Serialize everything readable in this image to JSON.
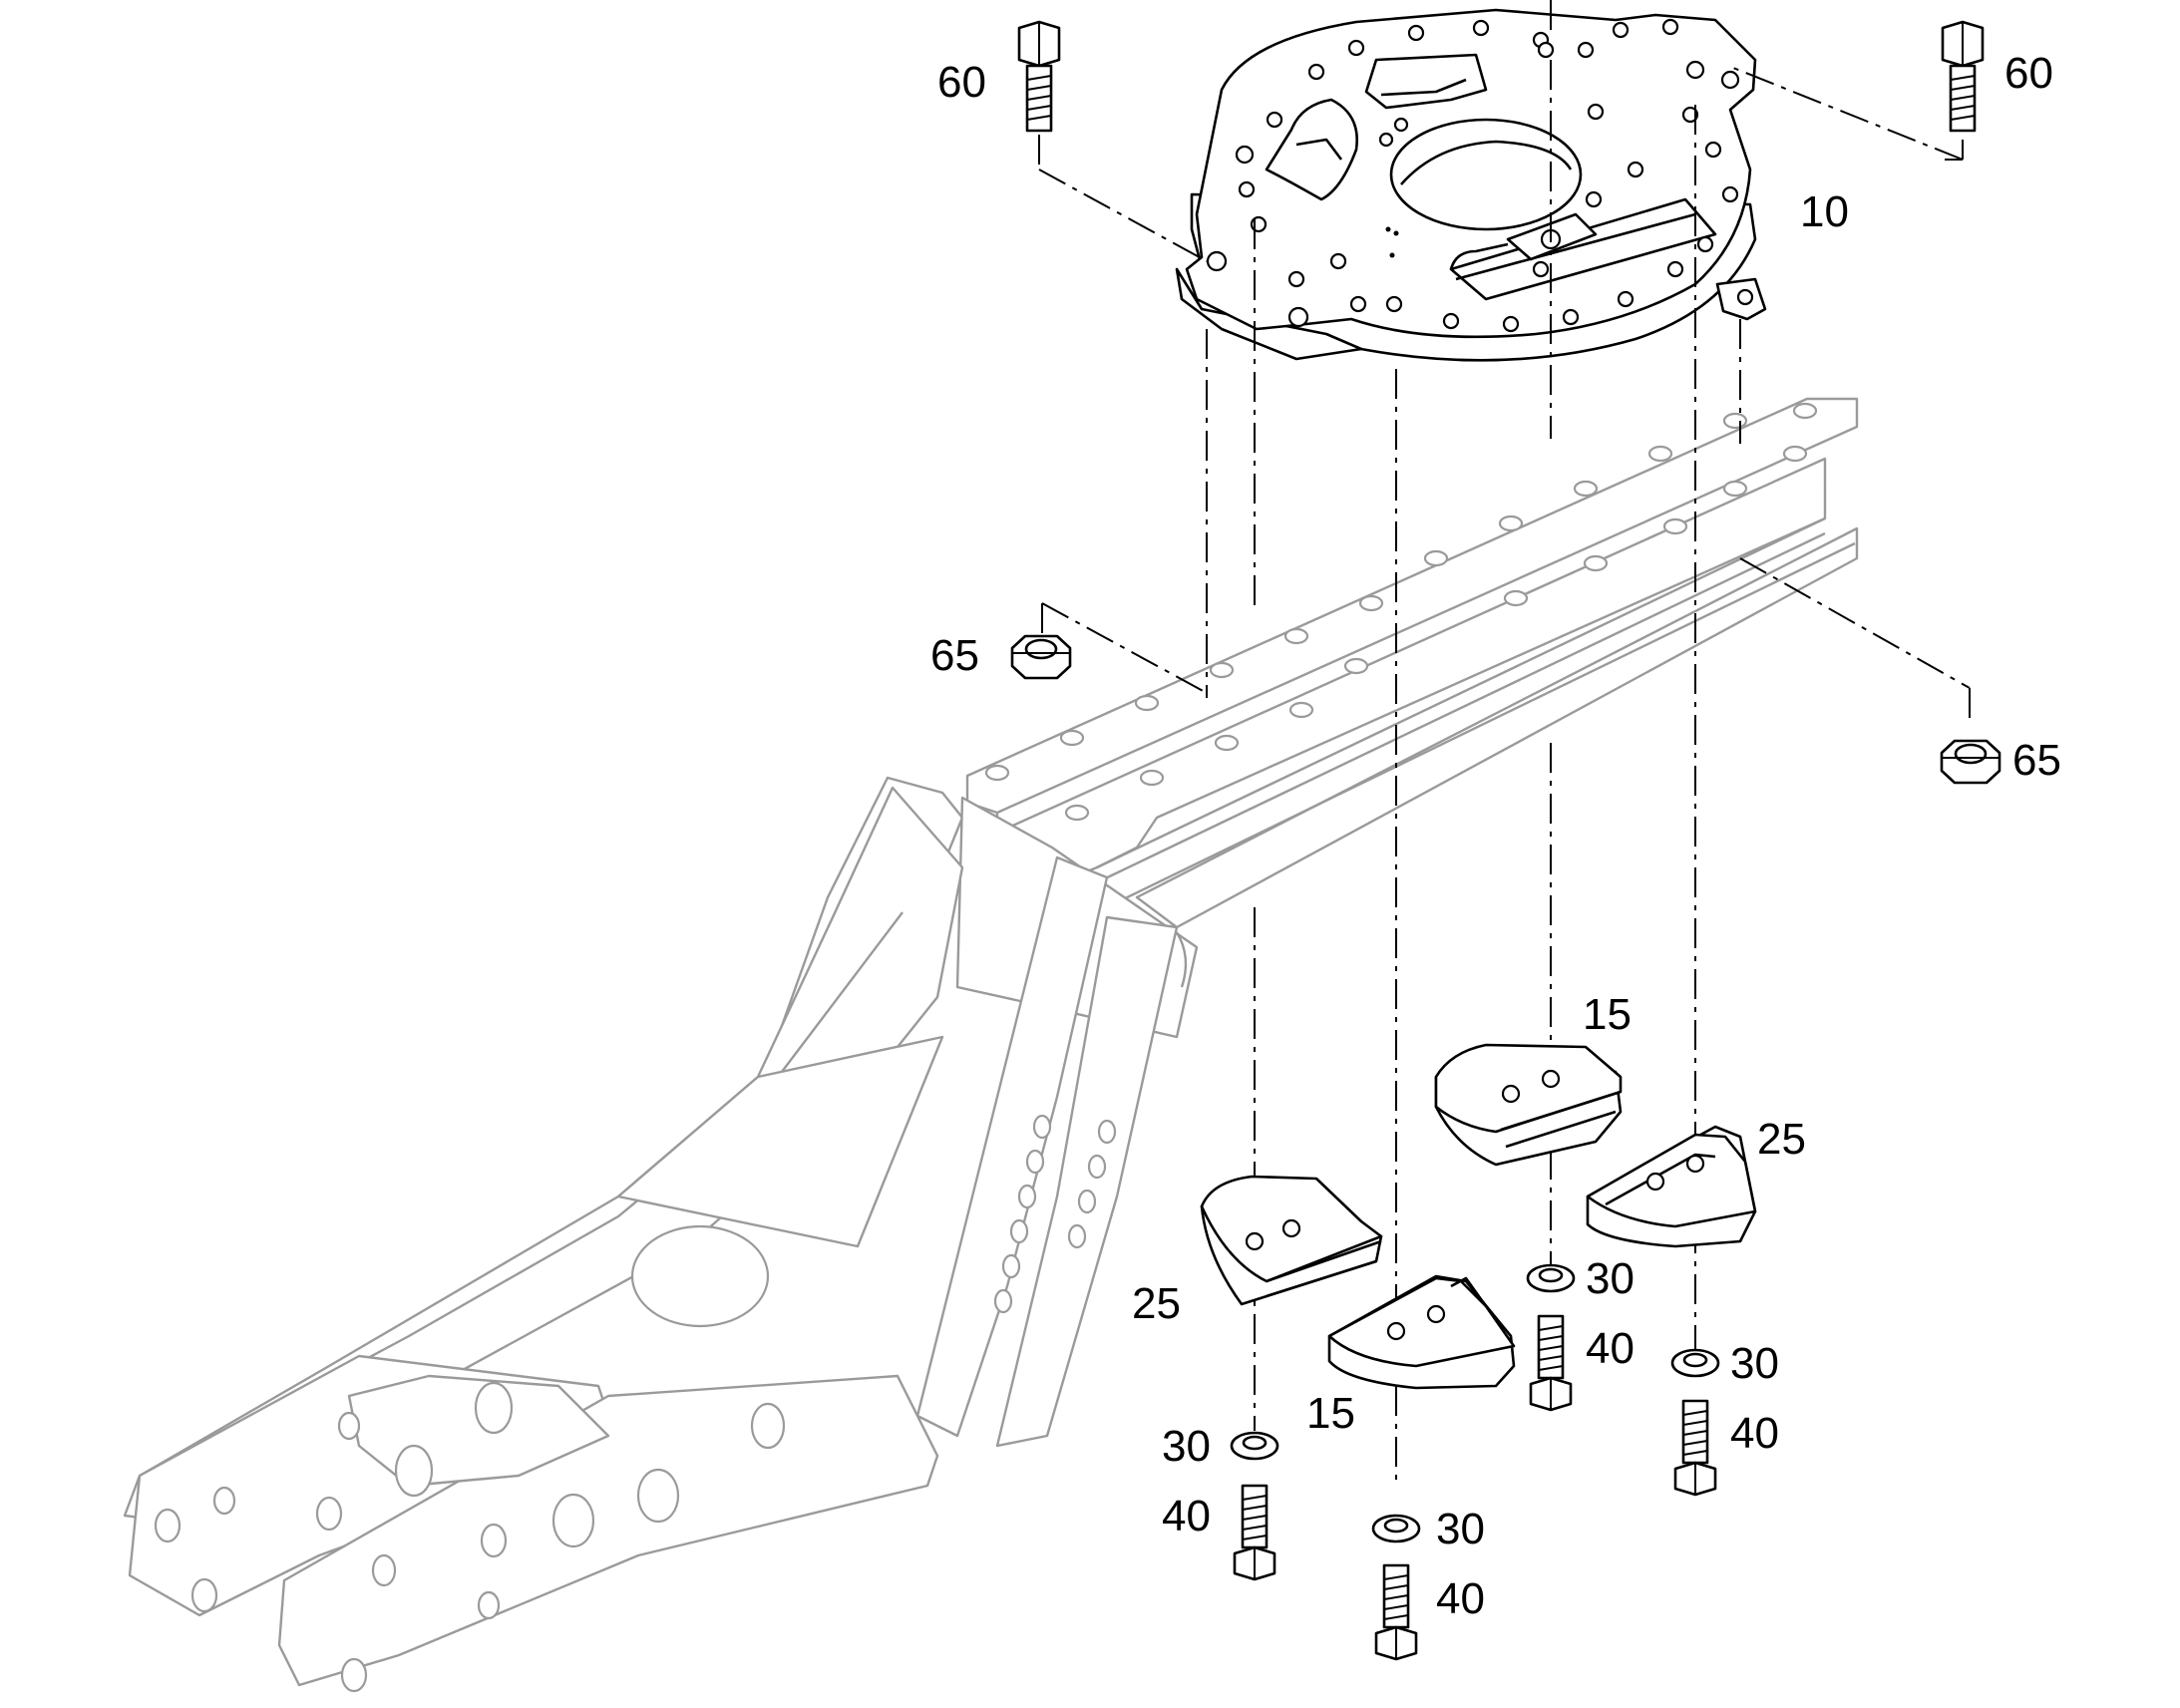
{
  "callouts": {
    "c60_left": "60",
    "c60_right": "60",
    "c10": "10",
    "c65_left": "65",
    "c65_right": "65",
    "c15_upper": "15",
    "c15_lower": "15",
    "c25_left": "25",
    "c25_right": "25",
    "c30_a": "30",
    "c30_b": "30",
    "c30_c": "30",
    "c30_d": "30",
    "c40_a": "40",
    "c40_b": "40",
    "c40_c": "40",
    "c40_d": "40"
  },
  "colors": {
    "part_line": "#000000",
    "context_line": "#9a9a9a",
    "background": "#ffffff"
  }
}
